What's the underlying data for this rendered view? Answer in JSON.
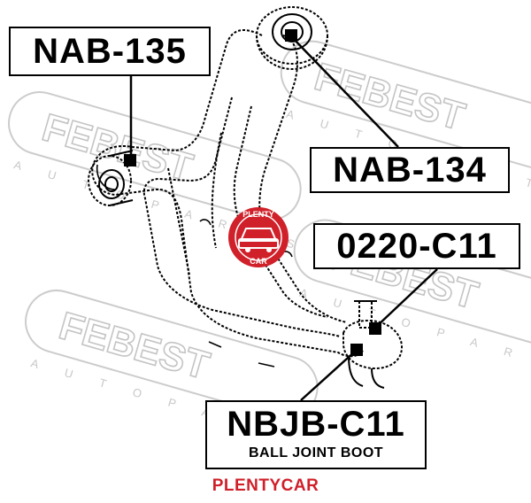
{
  "watermark": {
    "brand": "FEBEST",
    "tagline": "A U T O   P A R T S"
  },
  "labels": {
    "nab135": "NAB-135",
    "nab134": "NAB-134",
    "c0220": "0220-C11",
    "nbjb": "NBJB-C11",
    "nbjb_sub": "BALL JOINT BOOT"
  },
  "logo": {
    "top_text": "PLENTY",
    "bottom_text": "CAR",
    "color": "#d0202a"
  },
  "footer": {
    "text": "PLENTYCAR",
    "color": "#d0202a"
  }
}
